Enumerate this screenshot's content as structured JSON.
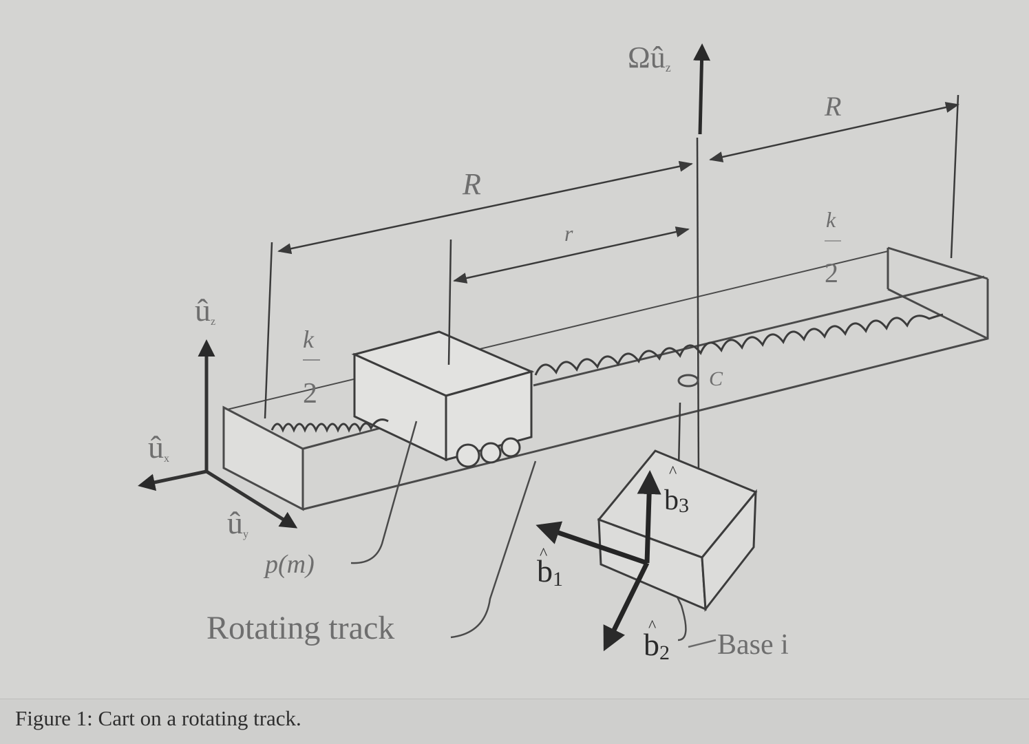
{
  "labels": {
    "omega_u": "Ωû",
    "omega_u_sub": "z",
    "R_left": "R",
    "R_right": "R",
    "r": "r",
    "k_left": "k",
    "two_left": "2",
    "k_right": "k",
    "two_right": "2",
    "c_label": "C",
    "u_z": "û",
    "u_z_sub": "z",
    "u_x": "û",
    "u_x_sub": "x",
    "u_y": "û",
    "u_y_sub": "y",
    "p_m": "p(m)",
    "rotating_track": "Rotating track",
    "b1": "b",
    "b1_sub": "1",
    "b2": "b",
    "b2_sub": "2",
    "b3": "b",
    "b3_sub": "3",
    "base": "Base i"
  },
  "caption": "Figure 1: Cart on a rotating track.",
  "colors": {
    "background": "#d4d4d2",
    "line": "#4a4a4a",
    "heavy": "#2e2e2e"
  }
}
